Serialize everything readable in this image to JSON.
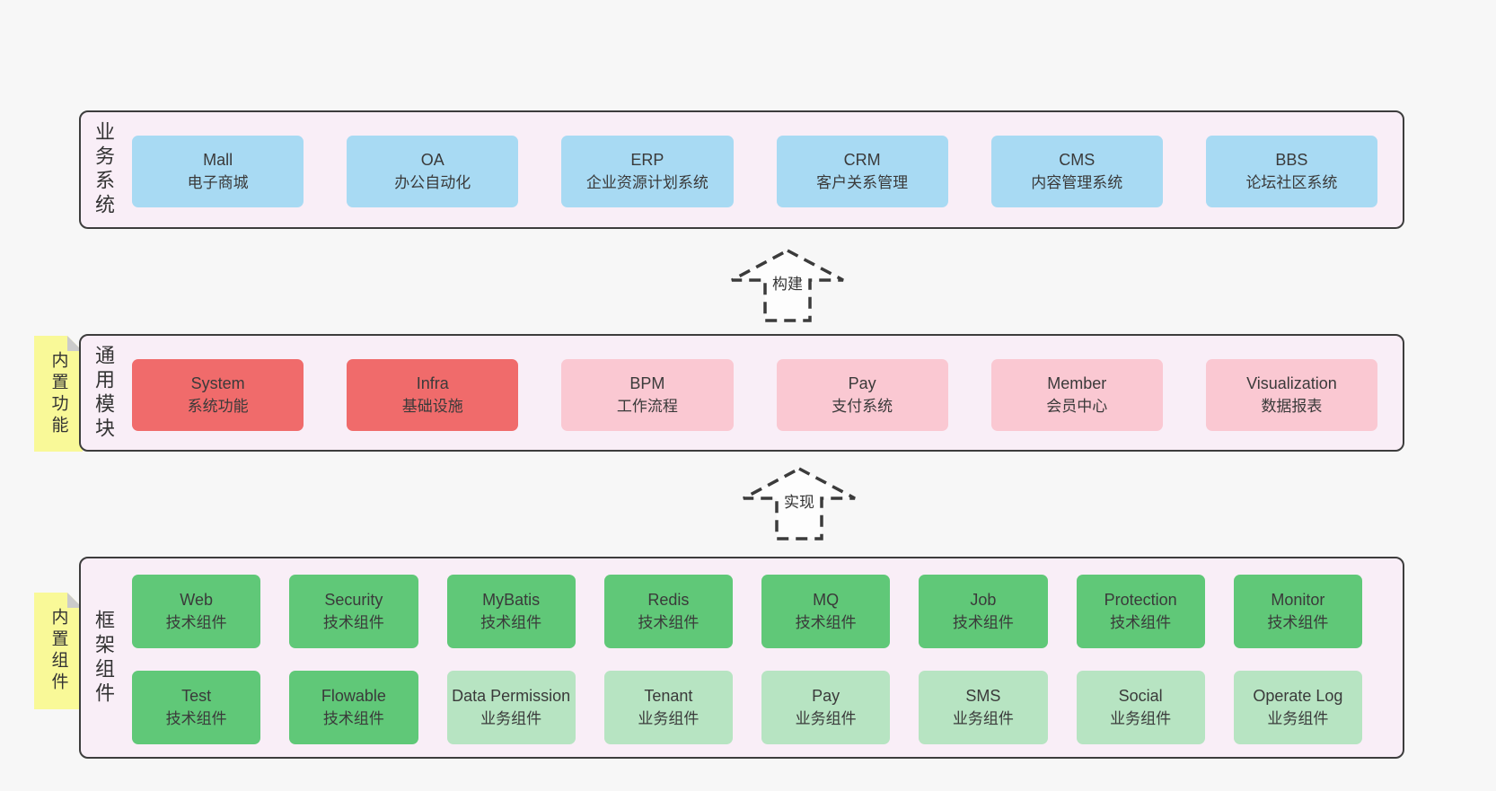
{
  "colors": {
    "page_bg": "#f7f7f7",
    "section_bg": "#f9eef7",
    "section_border": "#3d3d3d",
    "blue": "#a8daf3",
    "red": "#f06b6b",
    "pink": "#fac8d2",
    "green": "#60c878",
    "light_green": "#b7e4c2",
    "sticky_yellow": "#f9f998",
    "fold_gray": "#cbcbcb",
    "text": "#3a3a3a"
  },
  "arrows": [
    {
      "label": "构建"
    },
    {
      "label": "实现"
    }
  ],
  "sections": {
    "business": {
      "label": "业务系统",
      "modules": [
        {
          "name": "Mall",
          "desc": "电子商城"
        },
        {
          "name": "OA",
          "desc": "办公自动化"
        },
        {
          "name": "ERP",
          "desc": "企业资源计划系统"
        },
        {
          "name": "CRM",
          "desc": "客户关系管理"
        },
        {
          "name": "CMS",
          "desc": "内容管理系统"
        },
        {
          "name": "BBS",
          "desc": "论坛社区系统"
        }
      ]
    },
    "common": {
      "label": "通用模块",
      "sticky": "内置功能",
      "modules": [
        {
          "name": "System",
          "desc": "系统功能"
        },
        {
          "name": "Infra",
          "desc": "基础设施"
        },
        {
          "name": "BPM",
          "desc": "工作流程"
        },
        {
          "name": "Pay",
          "desc": "支付系统"
        },
        {
          "name": "Member",
          "desc": "会员中心"
        },
        {
          "name": "Visualization",
          "desc": "数据报表"
        }
      ]
    },
    "framework": {
      "label": "框架组件",
      "sticky": "内置组件",
      "row1": [
        {
          "name": "Web",
          "desc": "技术组件"
        },
        {
          "name": "Security",
          "desc": "技术组件"
        },
        {
          "name": "MyBatis",
          "desc": "技术组件"
        },
        {
          "name": "Redis",
          "desc": "技术组件"
        },
        {
          "name": "MQ",
          "desc": "技术组件"
        },
        {
          "name": "Job",
          "desc": "技术组件"
        },
        {
          "name": "Protection",
          "desc": "技术组件"
        },
        {
          "name": "Monitor",
          "desc": "技术组件"
        }
      ],
      "row2": [
        {
          "name": "Test",
          "desc": "技术组件"
        },
        {
          "name": "Flowable",
          "desc": "技术组件"
        },
        {
          "name": "Data Permission",
          "desc": "业务组件"
        },
        {
          "name": "Tenant",
          "desc": "业务组件"
        },
        {
          "name": "Pay",
          "desc": "业务组件"
        },
        {
          "name": "SMS",
          "desc": "业务组件"
        },
        {
          "name": "Social",
          "desc": "业务组件"
        },
        {
          "name": "Operate Log",
          "desc": "业务组件"
        }
      ]
    }
  }
}
